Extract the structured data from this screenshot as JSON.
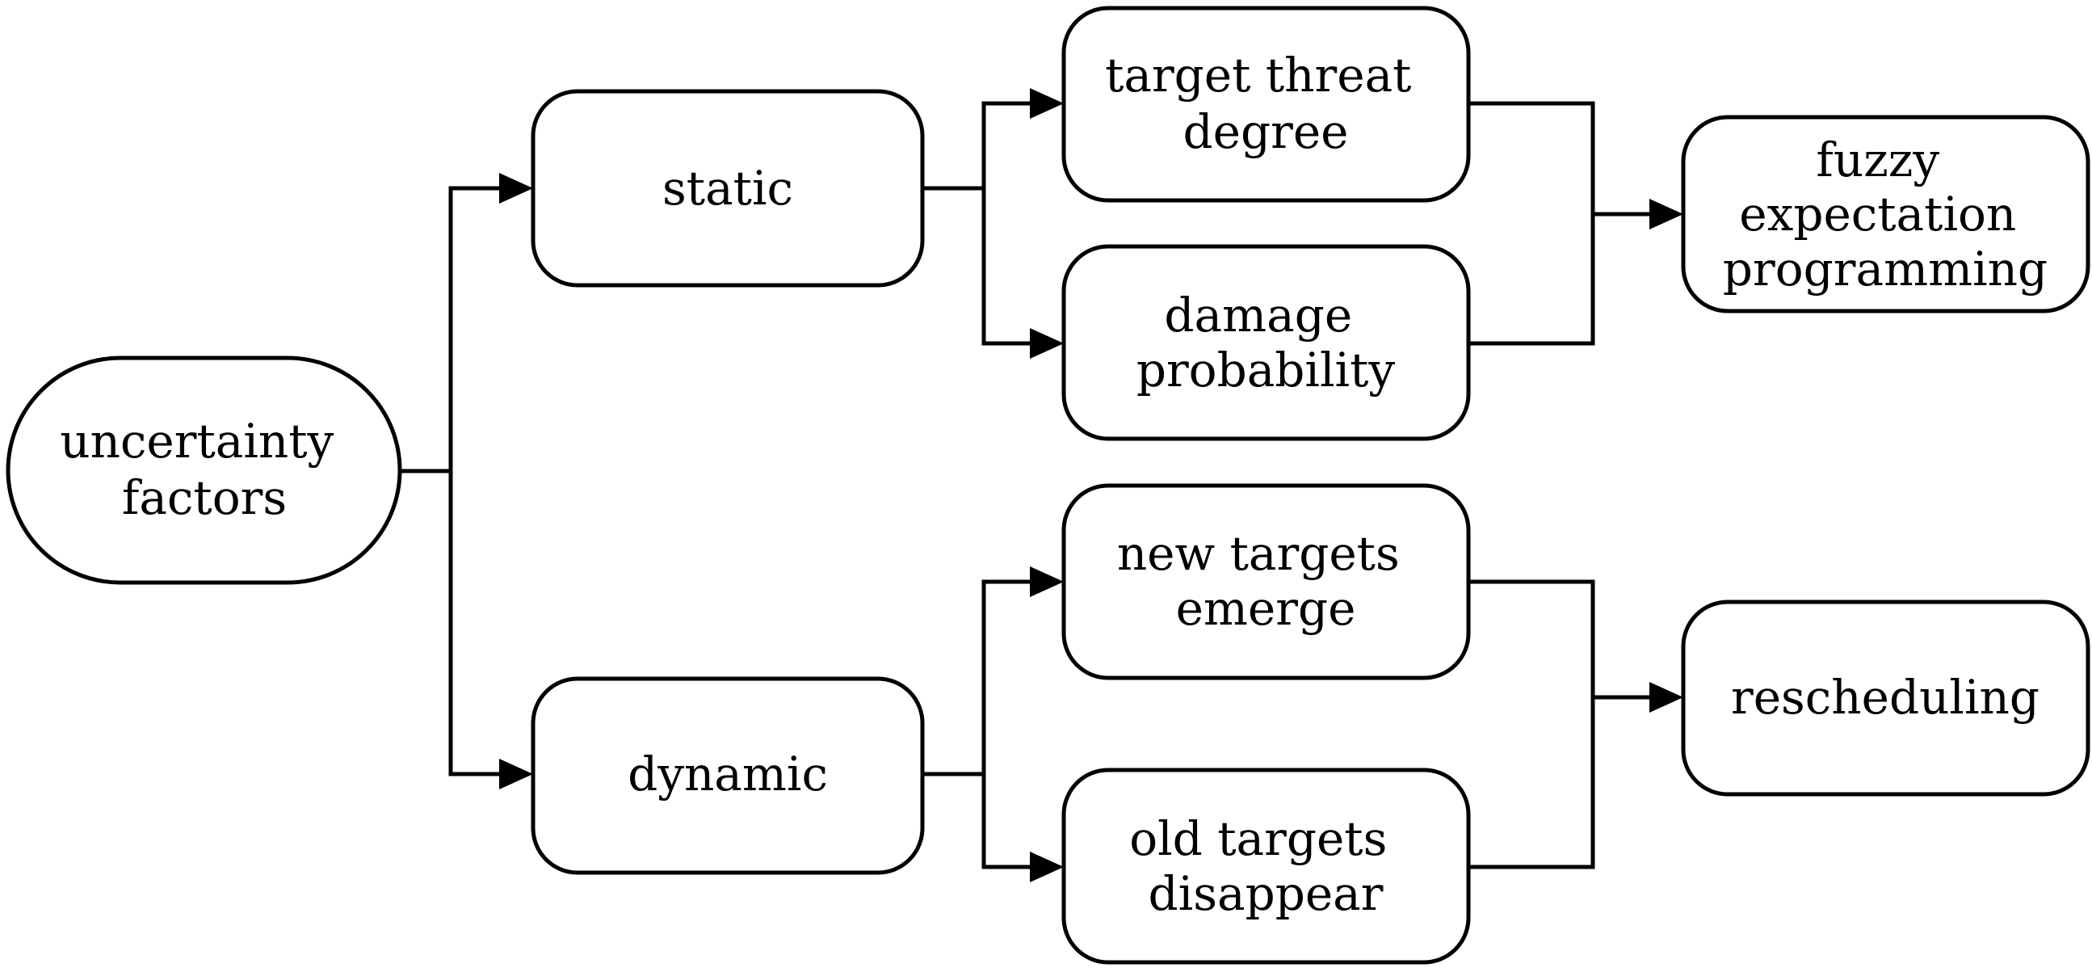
{
  "diagram": {
    "nodes": {
      "uncertainty_factors": {
        "lines": [
          "uncertainty",
          "factors"
        ]
      },
      "static": {
        "lines": [
          "static"
        ]
      },
      "dynamic": {
        "lines": [
          "dynamic"
        ]
      },
      "target_threat_degree": {
        "lines": [
          "target threat",
          "degree"
        ]
      },
      "damage_probability": {
        "lines": [
          "damage",
          "probability"
        ]
      },
      "new_targets_emerge": {
        "lines": [
          "new targets",
          "emerge"
        ]
      },
      "old_targets_disappear": {
        "lines": [
          "old targets",
          "disappear"
        ]
      },
      "fuzzy_expectation_programming": {
        "lines": [
          "fuzzy",
          "expectation",
          "programming"
        ]
      },
      "rescheduling": {
        "lines": [
          "rescheduling"
        ]
      }
    },
    "edges": [
      {
        "from": "uncertainty_factors",
        "to": "static"
      },
      {
        "from": "uncertainty_factors",
        "to": "dynamic"
      },
      {
        "from": "static",
        "to": "target_threat_degree"
      },
      {
        "from": "static",
        "to": "damage_probability"
      },
      {
        "from": "dynamic",
        "to": "new_targets_emerge"
      },
      {
        "from": "dynamic",
        "to": "old_targets_disappear"
      },
      {
        "from": "target_threat_degree",
        "to": "fuzzy_expectation_programming"
      },
      {
        "from": "damage_probability",
        "to": "fuzzy_expectation_programming"
      },
      {
        "from": "new_targets_emerge",
        "to": "rescheduling"
      },
      {
        "from": "old_targets_disappear",
        "to": "rescheduling"
      }
    ]
  }
}
